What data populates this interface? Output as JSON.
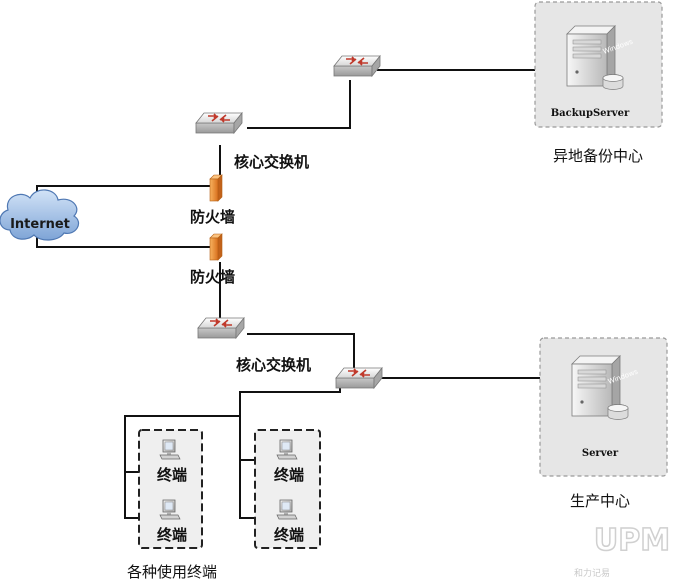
{
  "labels": {
    "core_switch_top": "核心交换机",
    "core_switch_bottom": "核心交换机",
    "firewall_top": "防火墙",
    "firewall_bottom": "防火墙",
    "internet": "Internet",
    "backup_center": "异地备份中心",
    "production_center": "生产中心",
    "terminal_group": "各种使用终端"
  },
  "servers": {
    "backup": {
      "label": "BackupServer",
      "os_badge": "Windows"
    },
    "production": {
      "label": "Server",
      "os_badge": "Windows"
    }
  },
  "terminals": {
    "left_top": "终端",
    "left_bottom": "终端",
    "right_top": "终端",
    "right_bottom": "终端"
  },
  "watermark": {
    "logo": "UPM",
    "caption": "和力记易"
  },
  "colors": {
    "line": "#111111",
    "firewall": "#f0953a",
    "cloud": "#a9c6ea",
    "switch": "#e4e4e4",
    "switch_arrows": "#c0392b",
    "server_box_fill": "#e5e5e5",
    "server_box_border": "#999999"
  }
}
